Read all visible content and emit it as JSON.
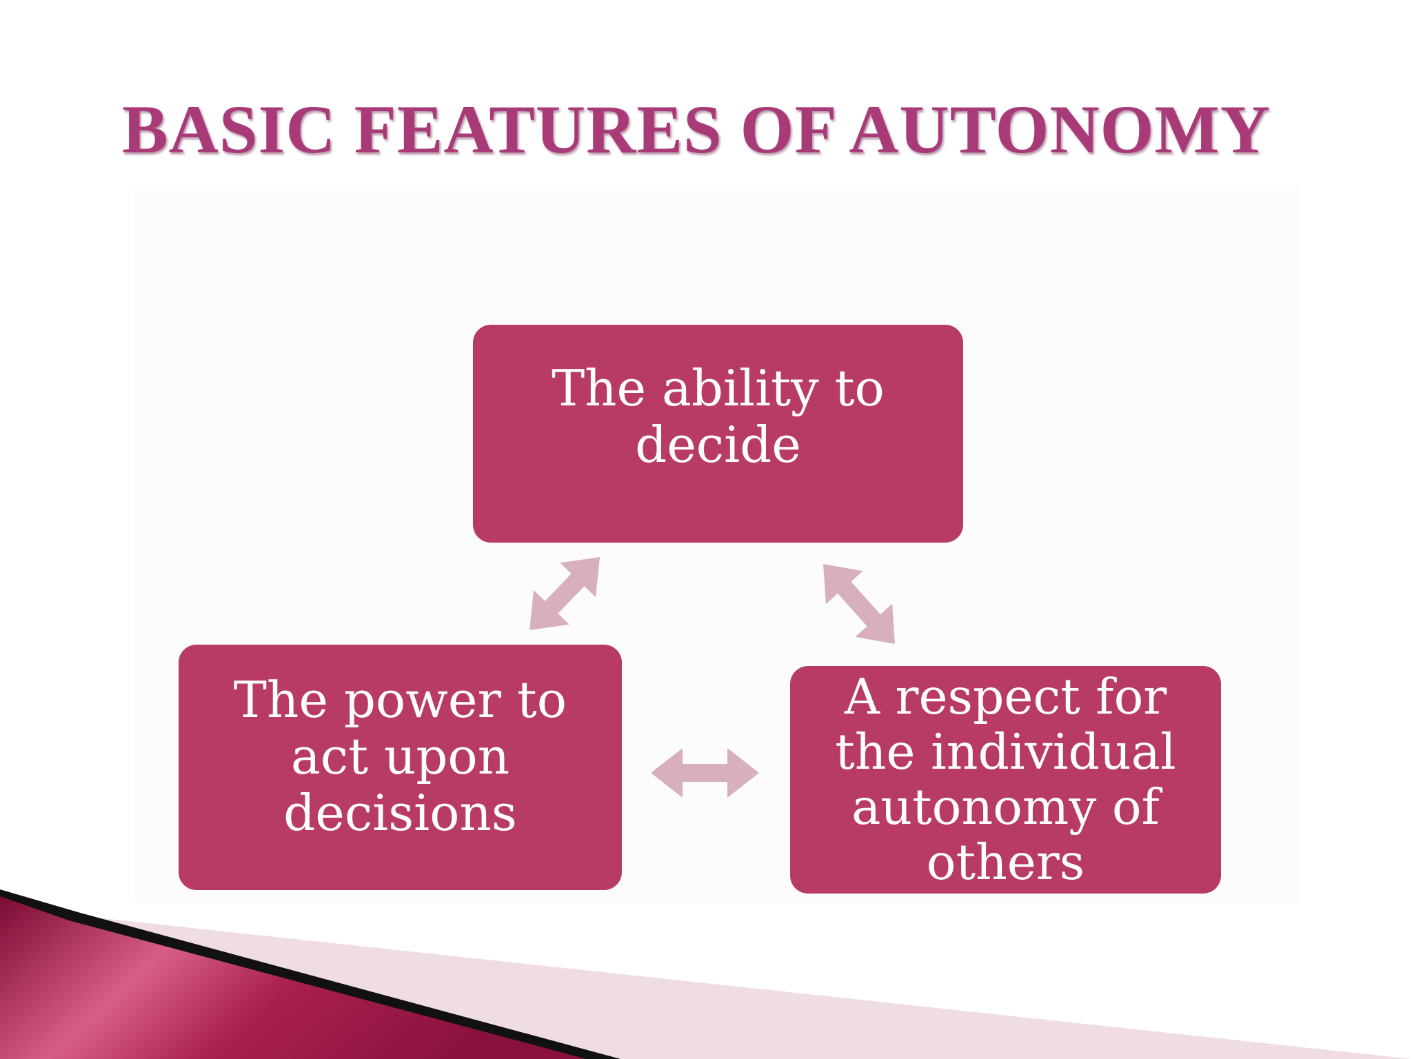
{
  "slide": {
    "title": "BASIC FEATURES OF AUTONOMY"
  },
  "diagram": {
    "nodes": [
      {
        "id": "decide",
        "label": "The ability to\ndecide"
      },
      {
        "id": "act",
        "label": "The power to\nact upon\ndecisions"
      },
      {
        "id": "respect",
        "label": "A respect for\nthe individual\nautonomy of\nothers"
      }
    ],
    "edges": [
      {
        "from": "decide",
        "to": "act",
        "direction": "both"
      },
      {
        "from": "decide",
        "to": "respect",
        "direction": "both"
      },
      {
        "from": "act",
        "to": "respect",
        "direction": "both"
      }
    ]
  },
  "colors": {
    "title": "#a83a78",
    "node_fill": "#b83b66",
    "node_text": "#ffffff",
    "arrow": "#d8b0bc",
    "accent_dark": "#7a0a34",
    "accent_light": "#f0dde3"
  }
}
